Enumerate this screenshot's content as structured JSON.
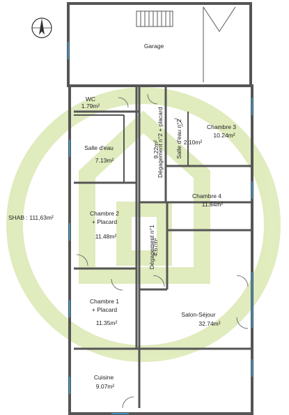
{
  "shab": "SHAB : 111,63m²",
  "north": "N",
  "rooms": {
    "garage": {
      "name": "Garage"
    },
    "wc": {
      "name": "WC",
      "area": "1.79m²"
    },
    "salle_eau": {
      "name": "Salle d'eau",
      "area": "7.13m²"
    },
    "degagement2": {
      "name": "Dégagement n°2 + placard",
      "area": "9.22m²"
    },
    "salle_eau2": {
      "name": "Salle d'eau n°2",
      "area": "2.10m²"
    },
    "chambre3": {
      "name": "Chambre 3",
      "area": "10.24m²"
    },
    "chambre4": {
      "name": "Chambre 4",
      "area": "11.84m²"
    },
    "chambre2": {
      "name": "Chambre 2",
      "sub": "+ Placard",
      "area": "11.48m²"
    },
    "degagement1": {
      "name": "Dégagement n°1",
      "area": "4.67m²"
    },
    "chambre1": {
      "name": "Chambre 1",
      "sub": "+ Placard",
      "area": "11.35m²"
    },
    "salon": {
      "name": "Salon-Séjour",
      "area": "32.74m²"
    },
    "cuisine": {
      "name": "Cuisine",
      "area": "9.07m²"
    }
  }
}
